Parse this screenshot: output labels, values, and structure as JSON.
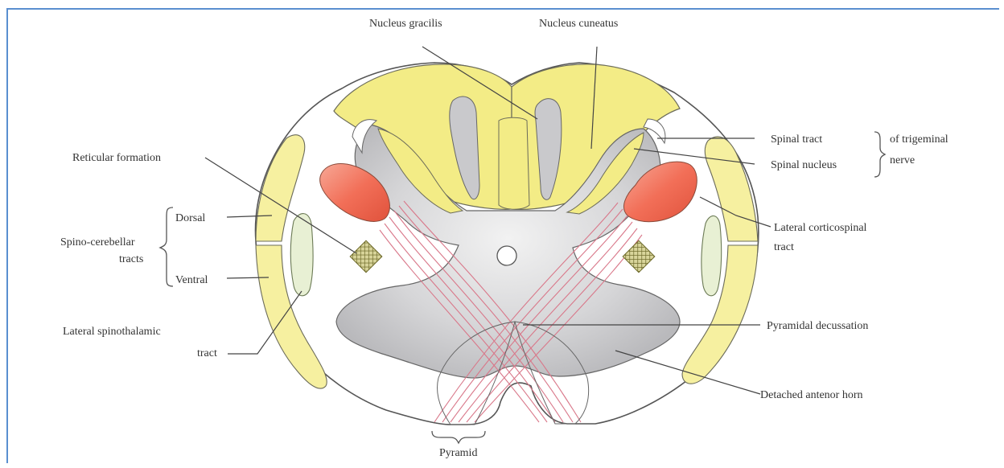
{
  "labels": {
    "nucleus_gracilis": "Nucleus gracilis",
    "nucleus_cuneatus": "Nucleus cuneatus",
    "reticular_formation": "Reticular formation",
    "dorsal": "Dorsal",
    "spino_cerebellar_1": "Spino-cerebellar",
    "spino_cerebellar_2": "tracts",
    "ventral": "Ventral",
    "lateral_spinothalamic_1": "Lateral spinothalamic",
    "lateral_spinothalamic_2": "tract",
    "spinal_tract": "Spinal tract",
    "spinal_nucleus": "Spinal nucleus",
    "trigeminal_1": "of trigeminal",
    "trigeminal_2": "nerve",
    "lateral_corticospinal_1": "Lateral corticospinal",
    "lateral_corticospinal_2": "tract",
    "pyramidal_decussation": "Pyramidal decussation",
    "detached_anterior_horn": "Detached antenor horn",
    "pyramid": "Pyramid"
  },
  "colors": {
    "outline": "#555555",
    "yellow_nuclei": "#f3ec86",
    "yellow_tracts": "#f6f0a0",
    "grey_matter": "#c8c8ca",
    "corticospinal_red": "#f26f58",
    "pyramidal_fibres": "#d9788a",
    "reticular": "#b9b46a",
    "spinothalamic_green": "#e8f0d4",
    "frame_border": "#5a8fd0"
  }
}
